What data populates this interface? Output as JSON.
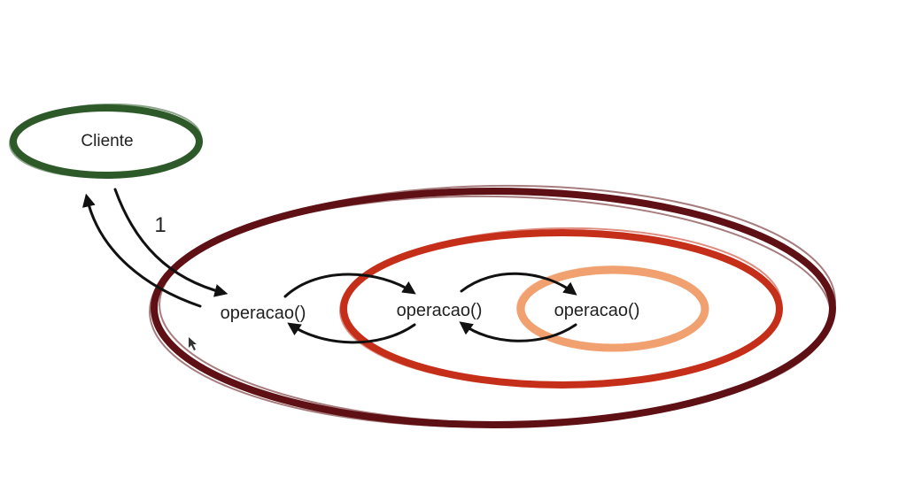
{
  "diagram": {
    "client": {
      "label": "Cliente",
      "color": "#2e5a2a"
    },
    "layers": [
      {
        "id": "outer",
        "label": "operacao()",
        "color": "#5e1014"
      },
      {
        "id": "middle",
        "label": "operacao()",
        "color": "#c52f1a"
      },
      {
        "id": "inner",
        "label": "operacao()",
        "color": "#f1a070"
      }
    ],
    "step_label": "1",
    "arrow_color": "#111111"
  }
}
